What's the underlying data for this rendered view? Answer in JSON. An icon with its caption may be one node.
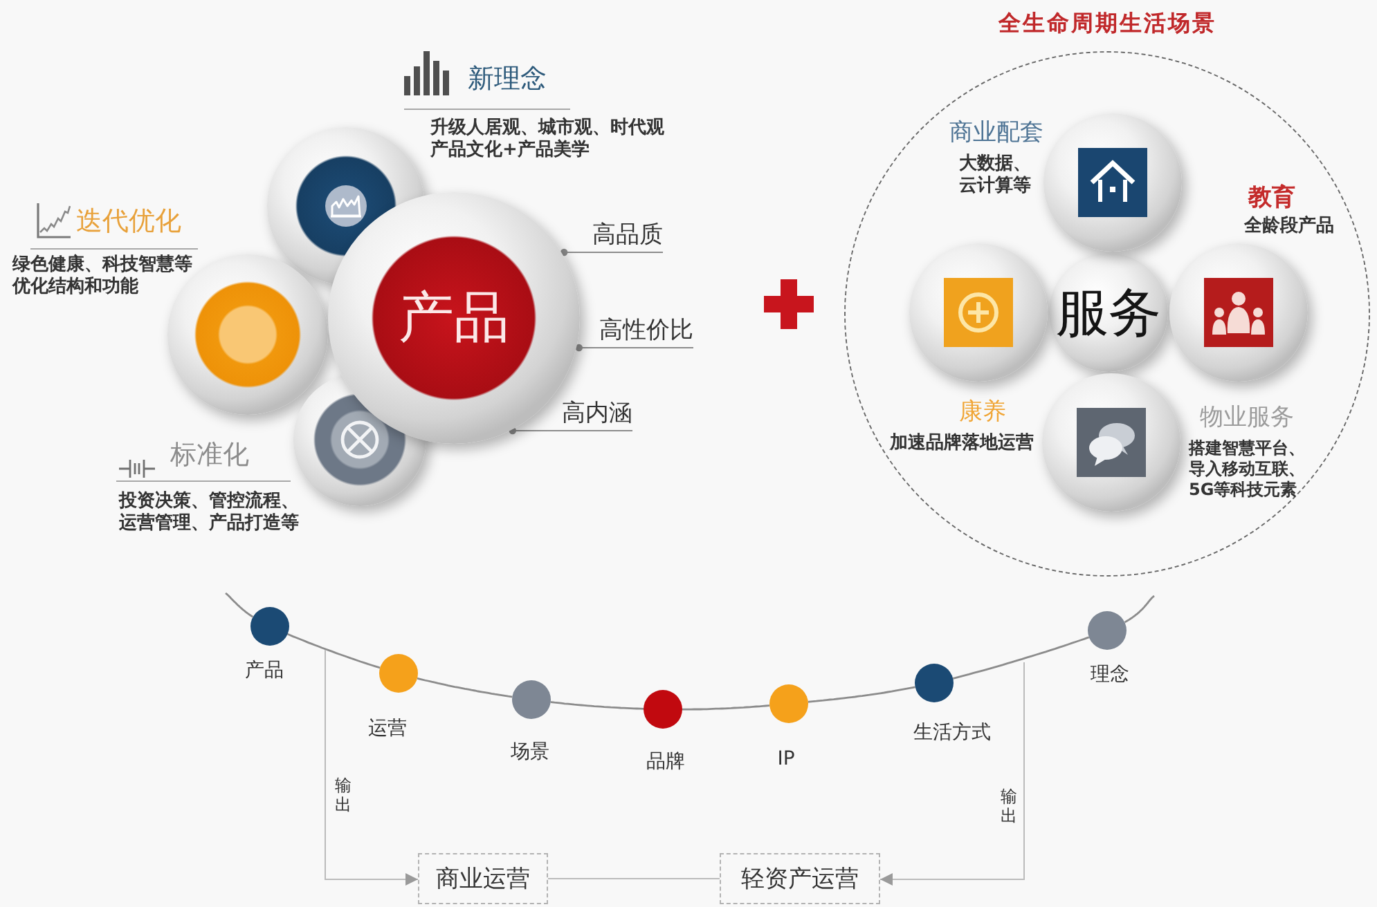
{
  "diagram": {
    "nodes": [
      {
        "text": [],
        "shape": "circle",
        "beside": [
          "新理念",
          "升级人居观、城市观、时代观产品文化+产品美学"
        ]
      },
      {
        "text": [],
        "shape": "circle",
        "beside": [
          "迭代优化",
          "绿色健康、科技智慧等优化结构和功能"
        ]
      },
      {
        "text": [
          "产品"
        ]
      },
      {
        "text": [],
        "shape": "circle",
        "beside": [
          "标准化",
          "投资决策、管控流程、运营管理、产品打造等"
        ]
      },
      {
        "text": [
          "高品质"
        ]
      },
      {
        "text": [
          "高性价比"
        ]
      },
      {
        "text": [
          "高内涵"
        ]
      },
      {
        "text": [
          "全生命周期生活场景"
        ]
      },
      {
        "text": [],
        "shape": "circle",
        "in": 7,
        "beside": [
          "商业配套",
          "大数据、云计算等"
        ]
      },
      {
        "text": [],
        "shape": "circle",
        "in": 7,
        "beside": [
          "康养",
          "加速品牌落地运营"
        ]
      },
      {
        "text": [
          "服务"
        ],
        "in": 7
      },
      {
        "text": [],
        "shape": "circle",
        "in": 7,
        "beside": [
          "教育",
          "全龄段产品"
        ]
      },
      {
        "text": [],
        "shape": "circle",
        "in": 7,
        "beside": [
          "物业服务",
          "搭建智慧平台、导入移动互联、5G等科技元素"
        ]
      },
      {
        "text": [
          "产品"
        ]
      },
      {
        "text": [
          "运营"
        ]
      },
      {
        "text": [
          "场景"
        ]
      },
      {
        "text": [
          "品牌"
        ]
      },
      {
        "text": [
          "IP"
        ]
      },
      {
        "text": [
          "生活方式"
        ]
      },
      {
        "text": [
          "理念"
        ]
      },
      {
        "text": [
          "商业运营"
        ]
      },
      {
        "text": [
          "轻资产运营"
        ]
      }
    ],
    "edges": [
      {
        "from": 4,
        "to": 2,
        "arrow": "other"
      },
      {
        "from": 5,
        "to": 2,
        "arrow": "other"
      },
      {
        "from": 6,
        "to": 2,
        "arrow": "other"
      },
      {
        "from": null,
        "to": 13,
        "arrow": "none"
      },
      {
        "from": 13,
        "to": 14,
        "arrow": "none"
      },
      {
        "from": 14,
        "to": 15,
        "arrow": "none"
      },
      {
        "from": 15,
        "to": 16,
        "arrow": "none"
      },
      {
        "from": 16,
        "to": 17,
        "arrow": "none"
      },
      {
        "from": 17,
        "to": 18,
        "arrow": "none"
      },
      {
        "from": 18,
        "to": 19,
        "arrow": "none"
      },
      {
        "from": 19,
        "to": null,
        "arrow": "none"
      },
      {
        "from": null,
        "to": 20,
        "arrow": "to",
        "label": "输出",
        "color": "#bbbbbb"
      },
      {
        "from": 20,
        "to": 21,
        "arrow": "none",
        "color": "#bbbbbb"
      },
      {
        "from": null,
        "to": 21,
        "arrow": "to",
        "label": "输出",
        "color": "#bbbbbb"
      }
    ]
  }
}
